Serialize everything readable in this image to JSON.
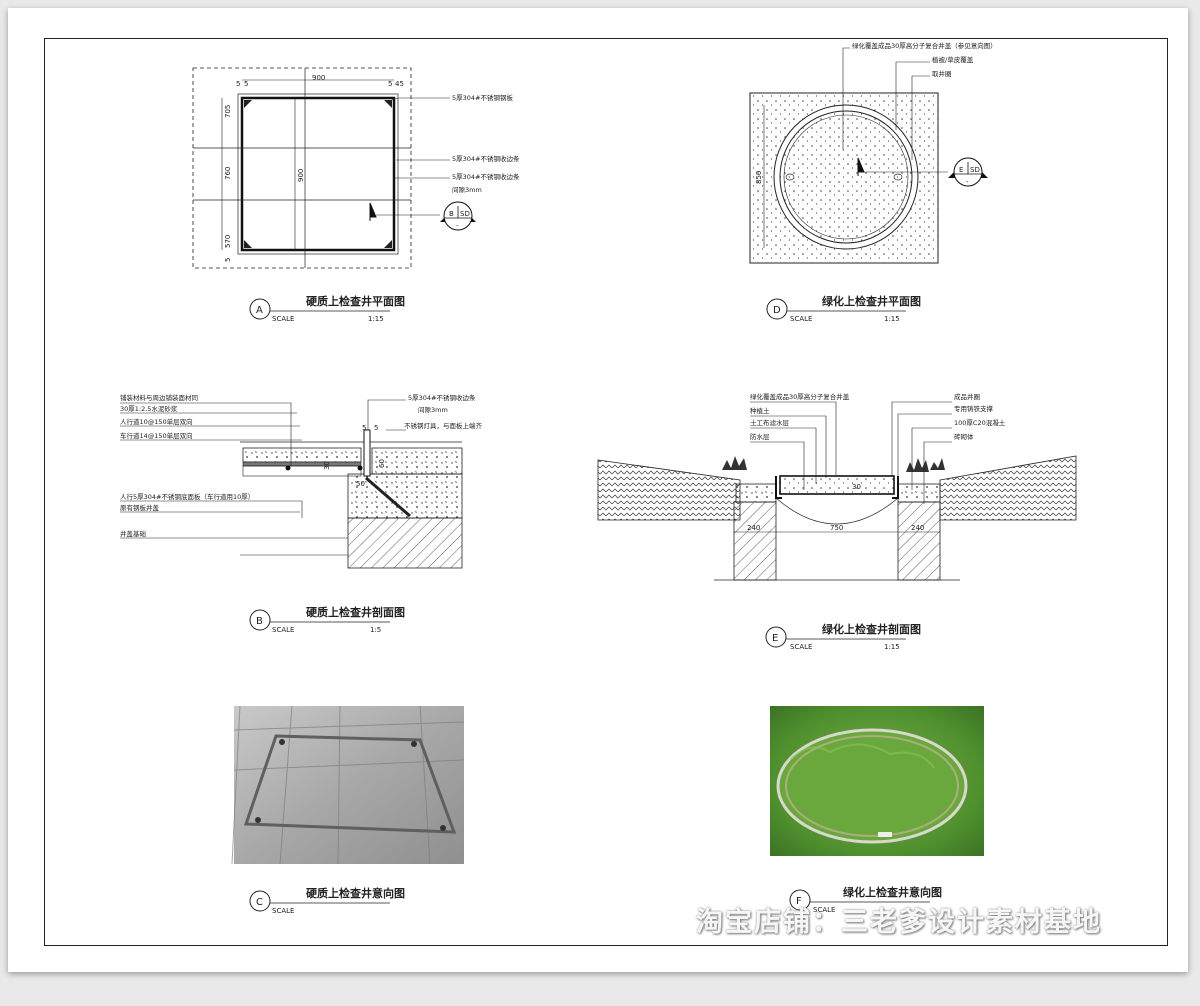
{
  "watermark": "淘宝店铺：三老爹设计素材基地",
  "colors": {
    "line": "#222222",
    "grass": "#5a9a3a",
    "stone": "#a9a9a9"
  },
  "panels": {
    "A": {
      "badge": "A",
      "title": "硬质上检查井平面图",
      "scale_label": "SCALE",
      "scale": "1:15",
      "dims": {
        "top": "900",
        "left_top": "5",
        "left_top2": "5",
        "right_top": "5",
        "right_top2": "45",
        "v1": "705",
        "v2": "760",
        "v3": "570",
        "v4": "5",
        "center": "900"
      },
      "notes": [
        "5厚304#不锈钢钢板",
        "5厚304#不锈钢收边条",
        "5厚304#不锈钢收边条",
        "间隙3mm"
      ],
      "section_mark": {
        "letter": "B",
        "sheet": "SD",
        "sub": "-"
      }
    },
    "B": {
      "badge": "B",
      "title": "硬质上检查井剖面图",
      "scale_label": "SCALE",
      "scale": "1:5",
      "notes_left": [
        "铺装材料与周边铺装面材同",
        "30厚1:2.5水泥砂浆",
        "人行道10@150单层双向",
        "车行道14@150单层双向",
        "人行5厚304#不锈钢底面板（车行道用10厚）",
        "原有钢板井盖",
        "井盖基础"
      ],
      "notes_right": [
        "5厚304#不锈钢收边条",
        "间隙3mm",
        "不锈钢灯具，与面板上端齐"
      ],
      "dims": {
        "d5a": "5",
        "d5b": "5",
        "d30": "30",
        "d60": "60",
        "d50": "50"
      }
    },
    "C": {
      "badge": "C",
      "title": "硬质上检查井意向图",
      "scale_label": "SCALE"
    },
    "D": {
      "badge": "D",
      "title": "绿化上检查井平面图",
      "scale_label": "SCALE",
      "scale": "1:15",
      "notes": [
        "绿化覆盖成品30厚高分子复合井盖（参见意向图）",
        "植被/草皮覆盖",
        "取井圈"
      ],
      "dims": {
        "v": "850"
      },
      "section_mark": {
        "letter": "E",
        "sheet": "SD",
        "sub": "-"
      }
    },
    "E": {
      "badge": "E",
      "title": "绿化上检查井剖面图",
      "scale_label": "SCALE",
      "scale": "1:15",
      "notes_left": [
        "绿化覆盖成品30厚高分子复合井盖",
        "种植土",
        "土工布滤水层",
        "防水层"
      ],
      "notes_right": [
        "成品井圈",
        "专用铸铁支撑",
        "100厚C20混凝土",
        "砖砌体"
      ],
      "dims": {
        "left": "240",
        "mid": "750",
        "right": "240",
        "d30": "30"
      }
    },
    "F": {
      "badge": "F",
      "title": "绿化上检查井意向图",
      "scale_label": "SCALE"
    }
  }
}
